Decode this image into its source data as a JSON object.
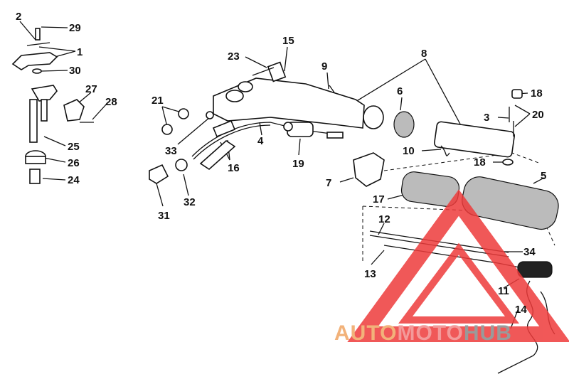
{
  "diagram": {
    "callouts": [
      {
        "id": "2",
        "label": "2"
      },
      {
        "id": "29",
        "label": "29"
      },
      {
        "id": "1",
        "label": "1"
      },
      {
        "id": "30",
        "label": "30"
      },
      {
        "id": "27",
        "label": "27"
      },
      {
        "id": "28",
        "label": "28"
      },
      {
        "id": "25",
        "label": "25"
      },
      {
        "id": "26",
        "label": "26"
      },
      {
        "id": "24",
        "label": "24"
      },
      {
        "id": "23",
        "label": "23"
      },
      {
        "id": "15",
        "label": "15"
      },
      {
        "id": "9",
        "label": "9"
      },
      {
        "id": "8",
        "label": "8"
      },
      {
        "id": "6",
        "label": "6"
      },
      {
        "id": "18a",
        "label": "18"
      },
      {
        "id": "3",
        "label": "3"
      },
      {
        "id": "20",
        "label": "20"
      },
      {
        "id": "21",
        "label": "21"
      },
      {
        "id": "33",
        "label": "33"
      },
      {
        "id": "4",
        "label": "4"
      },
      {
        "id": "16",
        "label": "16"
      },
      {
        "id": "19",
        "label": "19"
      },
      {
        "id": "10",
        "label": "10"
      },
      {
        "id": "18b",
        "label": "18"
      },
      {
        "id": "5",
        "label": "5"
      },
      {
        "id": "7",
        "label": "7"
      },
      {
        "id": "17",
        "label": "17"
      },
      {
        "id": "31",
        "label": "31"
      },
      {
        "id": "32",
        "label": "32"
      },
      {
        "id": "12",
        "label": "12"
      },
      {
        "id": "34",
        "label": "34"
      },
      {
        "id": "13",
        "label": "13"
      },
      {
        "id": "11",
        "label": "11"
      },
      {
        "id": "14",
        "label": "14"
      }
    ]
  },
  "watermark": {
    "part1": "AUTO",
    "part2": "MOTO",
    "part3": "HUB",
    "colors": {
      "part1": "#f2b27a",
      "part2": "#f39a9a",
      "part3": "#9a9a9a",
      "logo": "#ee3b3b"
    }
  }
}
